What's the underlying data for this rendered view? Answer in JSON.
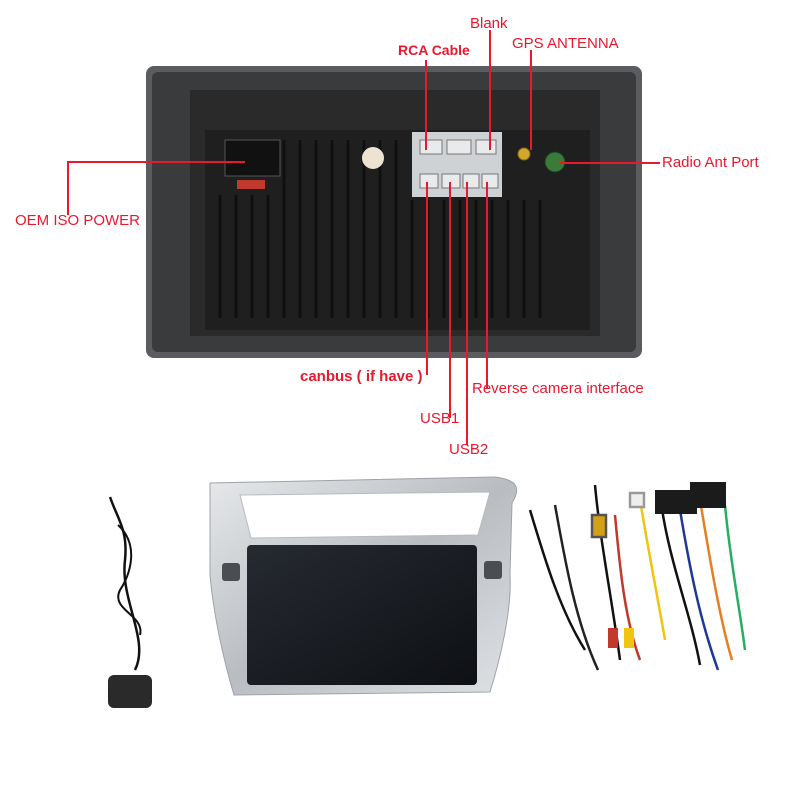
{
  "labels": {
    "blank": "Blank",
    "rca_cable": "RCA Cable",
    "gps_antenna": "GPS ANTENNA",
    "radio_ant_port": "Radio Ant Port",
    "oem_iso_power": "OEM ISO POWER",
    "canbus": "canbus ( if have )",
    "reverse_camera": "Reverse camera interface",
    "usb1": "USB1",
    "usb2": "USB2"
  },
  "colors": {
    "label": "#e8182d",
    "leader_line": "#e8182d",
    "unit_body": "#2b2b2b",
    "frame_silver": "#c9ccd0",
    "screen": "#1a1d22"
  },
  "icons": [
    "gps-antenna-icon",
    "wiring-harness-icon"
  ]
}
